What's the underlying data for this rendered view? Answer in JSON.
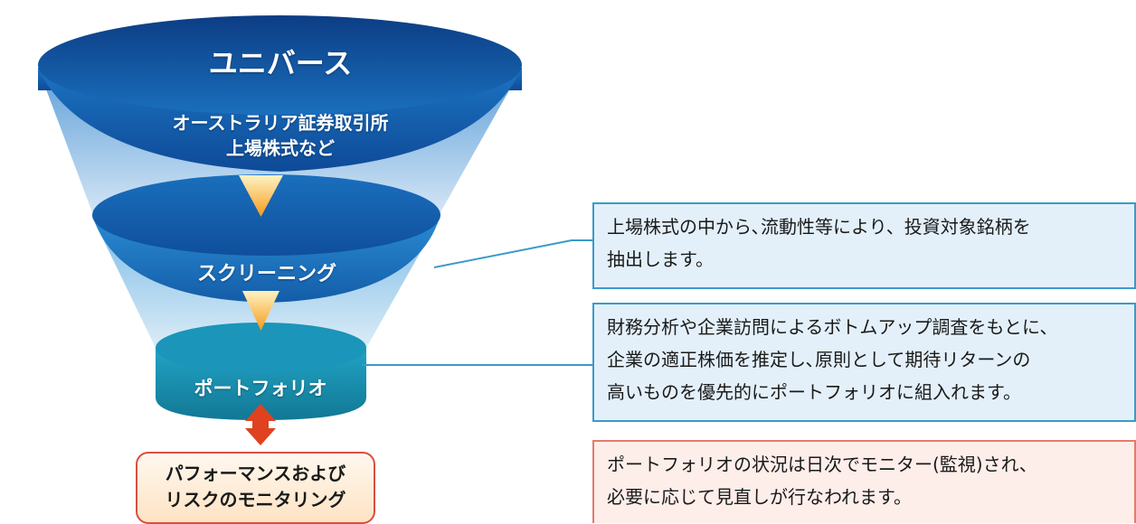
{
  "funnel": {
    "universe": {
      "title": "ユニバース",
      "line1": "オーストラリア証券取引所",
      "line2": "上場株式など"
    },
    "screening": {
      "title": "スクリーニング"
    },
    "portfolio": {
      "title": "ポートフォリオ"
    },
    "monitoring": {
      "line1": "パフォーマンスおよび",
      "line2": "リスクのモニタリング"
    }
  },
  "descriptions": {
    "screening": [
      "上場株式の中から､流動性等により、投資対象銘柄を",
      "抽出します。"
    ],
    "portfolio": [
      "財務分析や企業訪問によるボトムアップ調査をもとに､",
      "企業の適正株価を推定し､原則として期待リターンの",
      "高いものを優先的にポートフォリオに組入れます。"
    ],
    "monitoring": [
      "ポートフォリオの状況は日次でモニター(監視)され、",
      "必要に応じて見直しが行なわれます。"
    ]
  },
  "colors": {
    "funnel_dark": "#0d3f86",
    "funnel_mid": "#1769b8",
    "funnel_light": "#7fb3e0",
    "portfolio_teal": "#168fb0",
    "arrow_orange": "#f5a623",
    "double_arrow_red": "#e0421f",
    "connector_blue": "#3a9bc8",
    "box_blue_fill": "#e3f0fa",
    "box_red_fill": "#fdeeea",
    "box_red_border": "#e57a6b"
  }
}
